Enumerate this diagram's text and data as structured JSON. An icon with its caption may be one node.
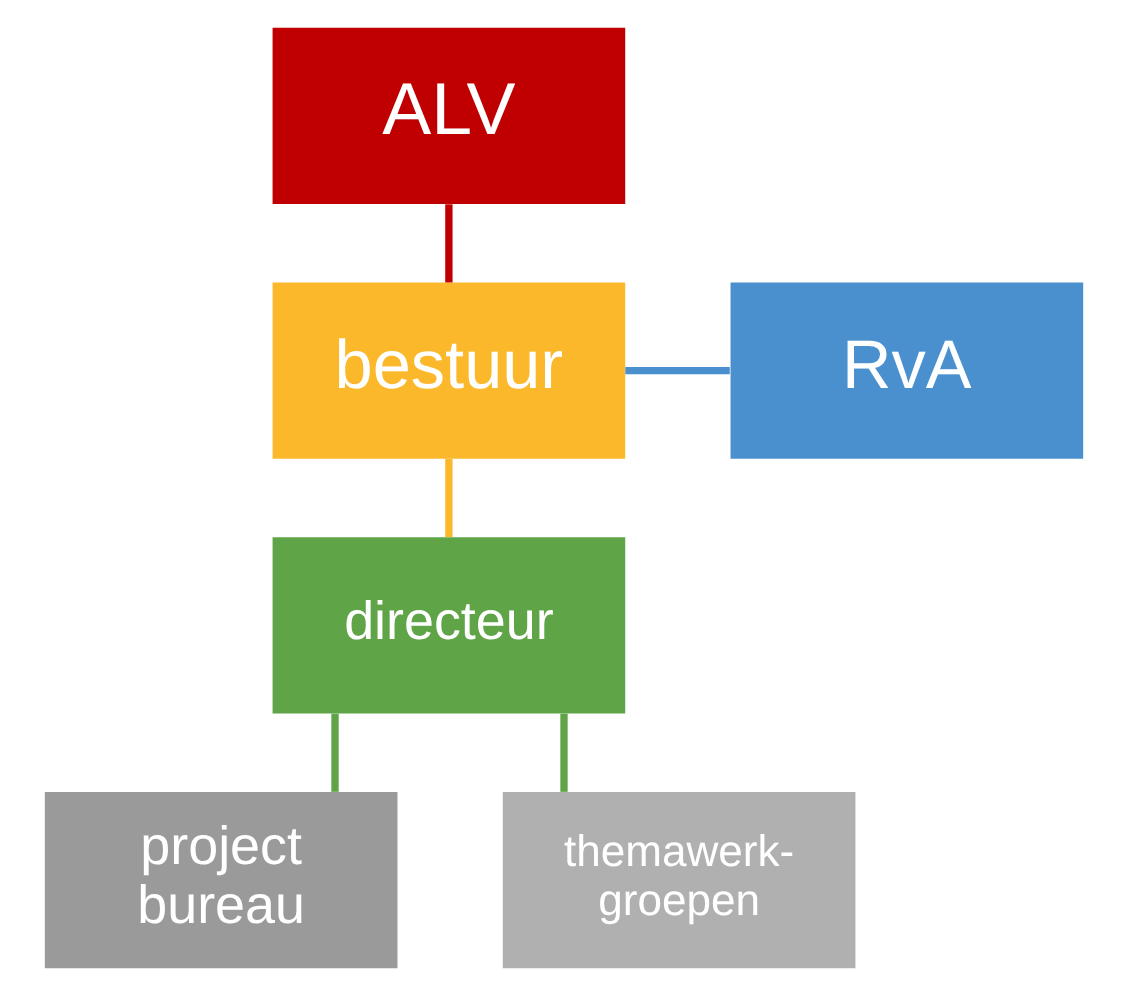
{
  "diagram": {
    "nodes": [
      {
        "text": [
          "ALV"
        ]
      },
      {
        "text": [
          "bestuur"
        ]
      },
      {
        "text": [
          "RvA"
        ]
      },
      {
        "text": [
          "directeur"
        ]
      },
      {
        "text": [
          "project bureau"
        ]
      },
      {
        "text": [
          "themawerk-groepen"
        ]
      }
    ],
    "edges": [
      {
        "from": 0,
        "to": 1,
        "arrow": "none",
        "color": "#c00000"
      },
      {
        "from": 1,
        "to": 2,
        "arrow": "none",
        "color": "#4a90cf"
      },
      {
        "from": 1,
        "to": 3,
        "arrow": "none",
        "color": "#fbb82a"
      },
      {
        "from": 3,
        "to": 4,
        "arrow": "none",
        "color": "#5fa447"
      },
      {
        "from": 3,
        "to": 5,
        "arrow": "none",
        "color": "#5fa447"
      }
    ]
  }
}
